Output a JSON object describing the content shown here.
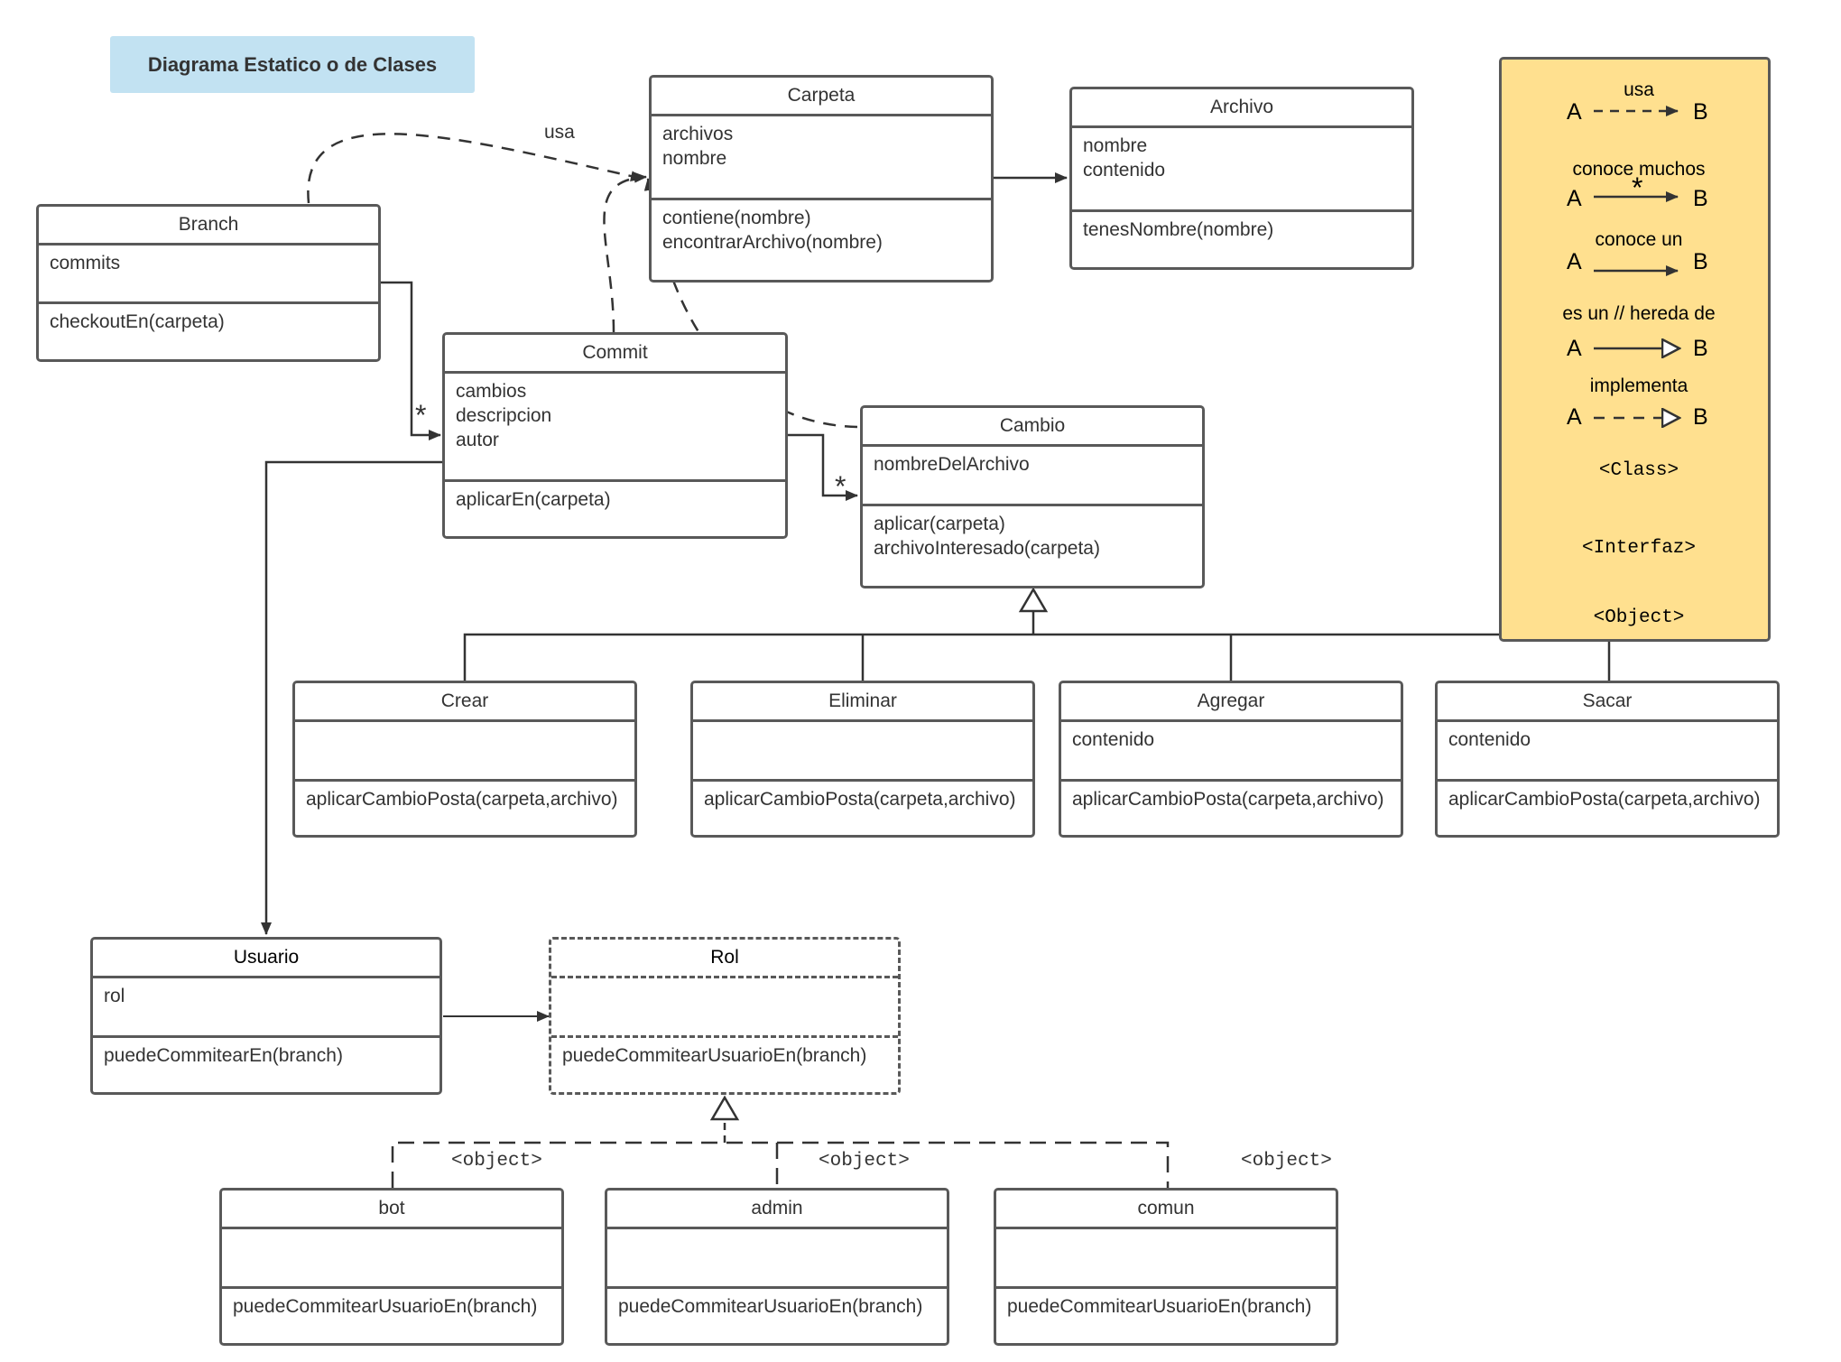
{
  "title": "Diagrama Estatico o de Clases",
  "classes": {
    "branch": {
      "name": "Branch",
      "attributes": [
        "commits"
      ],
      "methods": [
        "checkoutEn(carpeta)"
      ]
    },
    "carpeta": {
      "name": "Carpeta",
      "attributes": [
        "archivos",
        "nombre"
      ],
      "methods": [
        "contiene(nombre)",
        "encontrarArchivo(nombre)"
      ]
    },
    "archivo": {
      "name": "Archivo",
      "attributes": [
        "nombre",
        "contenido"
      ],
      "methods": [
        "tenesNombre(nombre)"
      ]
    },
    "commit": {
      "name": "Commit",
      "attributes": [
        "cambios",
        "descripcion",
        "autor"
      ],
      "methods": [
        "aplicarEn(carpeta)"
      ]
    },
    "cambio": {
      "name": "Cambio",
      "attributes": [
        "nombreDelArchivo"
      ],
      "methods": [
        "aplicar(carpeta)",
        "archivoInteresado(carpeta)"
      ]
    },
    "crear": {
      "name": "Crear",
      "attributes": [],
      "methods": [
        "aplicarCambioPosta(carpeta,archivo)"
      ]
    },
    "eliminar": {
      "name": "Eliminar",
      "attributes": [],
      "methods": [
        "aplicarCambioPosta(carpeta,archivo)"
      ]
    },
    "agregar": {
      "name": "Agregar",
      "attributes": [
        "contenido"
      ],
      "methods": [
        "aplicarCambioPosta(carpeta,archivo)"
      ]
    },
    "sacar": {
      "name": "Sacar",
      "attributes": [
        "contenido"
      ],
      "methods": [
        "aplicarCambioPosta(carpeta,archivo)"
      ]
    },
    "usuario": {
      "name": "Usuario",
      "attributes": [
        "rol"
      ],
      "methods": [
        "puedeCommitearEn(branch)"
      ]
    },
    "rol": {
      "name": "Rol",
      "attributes": [],
      "methods": [
        "puedeCommitearUsuarioEn(branch)"
      ]
    },
    "bot": {
      "name": "bot",
      "attributes": [],
      "methods": [
        "puedeCommitearUsuarioEn(branch)"
      ]
    },
    "admin": {
      "name": "admin",
      "attributes": [],
      "methods": [
        "puedeCommitearUsuarioEn(branch)"
      ]
    },
    "comun": {
      "name": "comun",
      "attributes": [],
      "methods": [
        "puedeCommitearUsuarioEn(branch)"
      ]
    }
  },
  "relations": {
    "usa_label": "usa",
    "multiplicity": "*",
    "object_stereotype": "<object>"
  },
  "legend": {
    "usa": "usa",
    "conoce_muchos": "conoce muchos",
    "conoce_un": "conoce un",
    "hereda": "es un // hereda de",
    "implementa": "implementa",
    "a": "A",
    "b": "B",
    "star": "*",
    "class_tag": "<Class>",
    "interfaz_tag": "<Interfaz>",
    "object_tag": "<Object>"
  },
  "colors": {
    "title_bg": "#c2e2f2",
    "legend_bg": "#ffe08f",
    "stroke": "#595959",
    "text": "#333333"
  }
}
